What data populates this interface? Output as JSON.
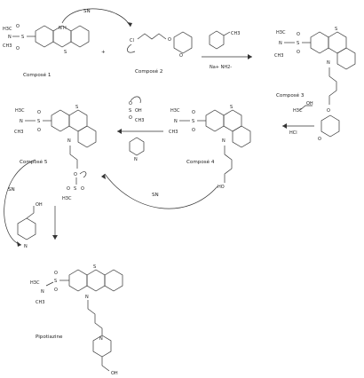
{
  "labels": {
    "compound1": "Composé 1",
    "compound2": "Composé 2",
    "compound3": "Composé 3",
    "compound4": "Composé 4",
    "compound5": "Composé 5",
    "product": "Pipotiazine"
  },
  "reagents": {
    "sn_top": "SN",
    "sn_mid": "SN",
    "sn_left": "SN",
    "base": "Na+ NH2-",
    "hcl": "HCl"
  },
  "atoms": {
    "n": "N",
    "s": "S",
    "o": "O",
    "h": "H",
    "cl": "Cl",
    "ch3": "CH3",
    "h3c": "H3C",
    "oh": "OH",
    "ho": "HO"
  }
}
